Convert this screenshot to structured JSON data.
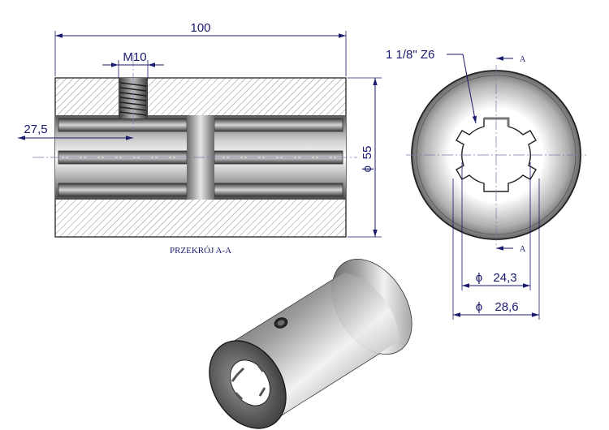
{
  "section_view": {
    "overall_length": "100",
    "thread_label": "M10",
    "offset_dim": "27,5",
    "diameter_symbol": "ϕ",
    "outer_diameter": "55",
    "caption": "PRZEKRÓJ A-A"
  },
  "end_view": {
    "spline_label": "1 1/8\" Z6",
    "section_marker_top": "A",
    "section_marker_bottom": "A",
    "diameter_symbol": "ϕ",
    "minor_diameter": "24,3",
    "major_diameter": "28,6",
    "spline_count": 6
  },
  "colors": {
    "dimension": "#1a1a6e",
    "hatch": "#9a9a9a",
    "metal_dark": "#4a4a4a",
    "metal_light": "#e8e8e8"
  }
}
